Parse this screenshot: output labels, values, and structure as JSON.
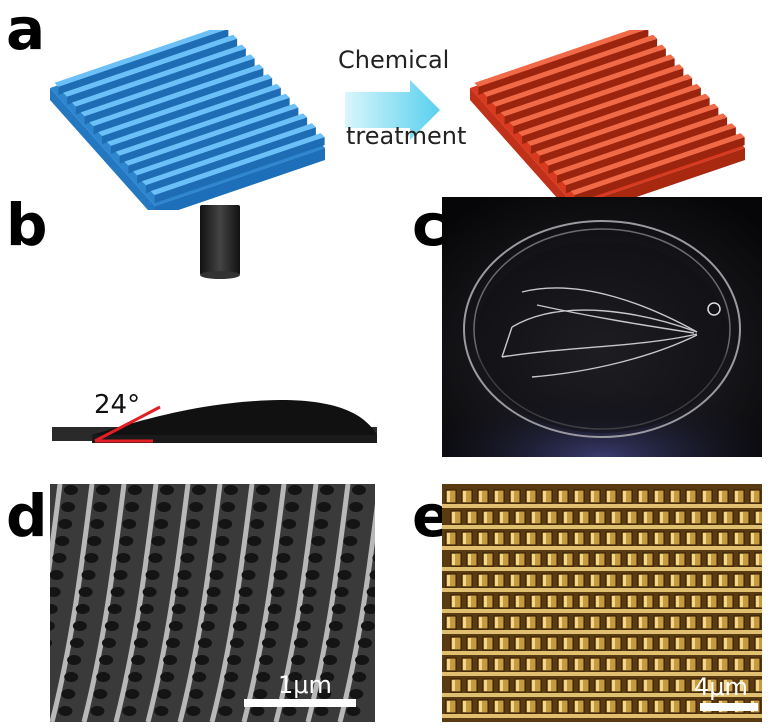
{
  "panels": {
    "a": {
      "letter": "a",
      "arrow_text_top": "Chemical",
      "arrow_text_bottom": "treatment",
      "colors": {
        "before": "#3d9ee6",
        "after": "#e8442a",
        "arrow": "#7fdcf2"
      }
    },
    "b": {
      "letter": "b",
      "angle_label": "24°",
      "angle_line_color": "#e31e24"
    },
    "c": {
      "letter": "c"
    },
    "d": {
      "letter": "d",
      "scale_label": "1μm"
    },
    "e": {
      "letter": "e",
      "scale_label": "4μm"
    }
  }
}
